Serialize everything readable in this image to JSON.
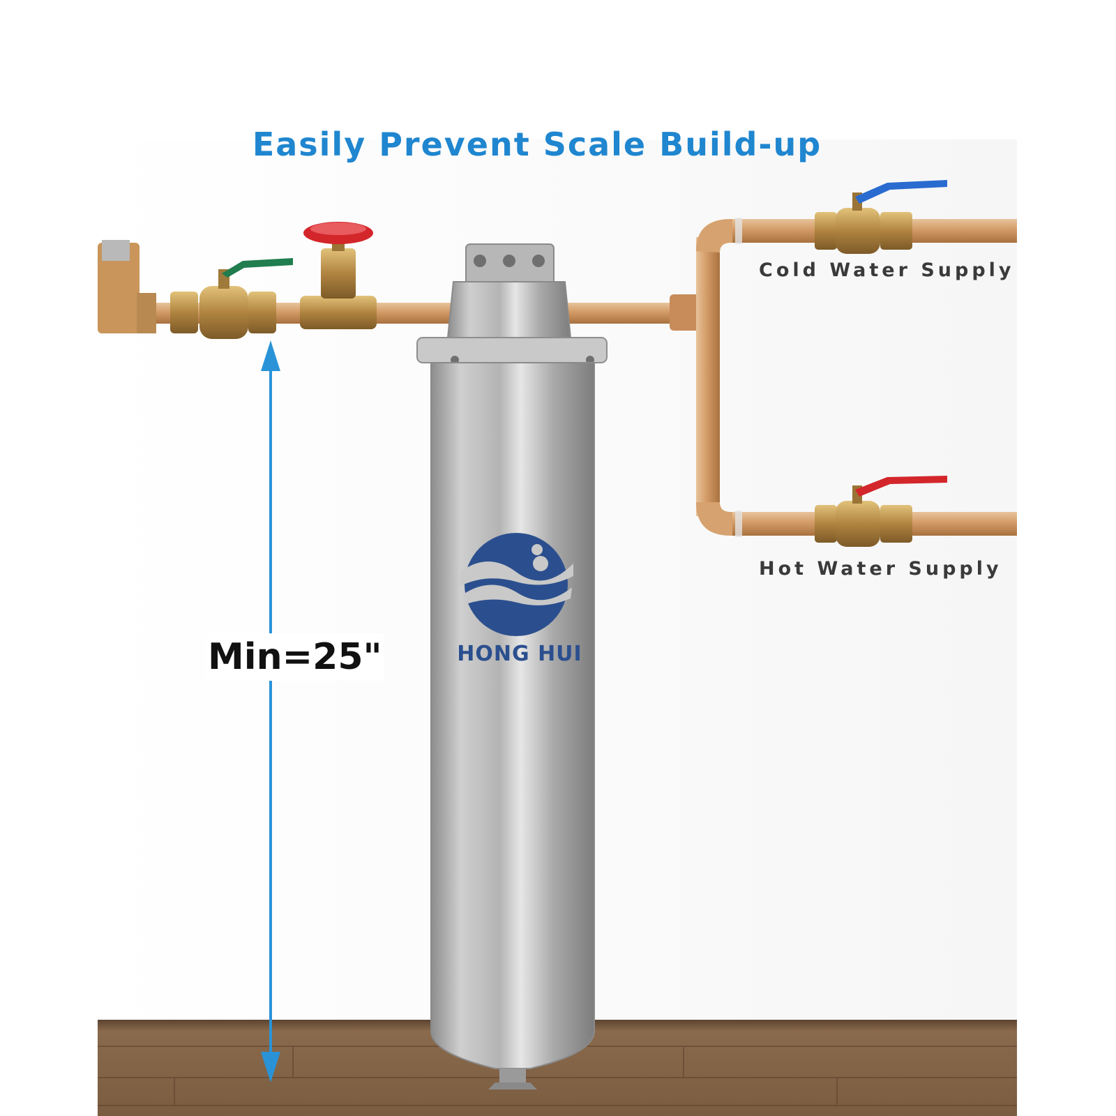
{
  "headline": "Easily Prevent Scale Build-up",
  "cold_label": "Cold Water Supply",
  "hot_label": "Hot Water Supply",
  "min_label": "Min=25\"",
  "brand": "HONG HUI",
  "colors": {
    "headline": "#1f86cf",
    "label": "#3a3a3a",
    "dimension": "#2a93d8",
    "brand": "#2b4f8e",
    "pipe": "#d4a06e",
    "brass": "#b58a48",
    "steel": "#c2c2c2",
    "floor": "#6e5238",
    "valve_red": "#d3262b",
    "valve_blue": "#2a6bd0",
    "valve_green": "#1f7d4e"
  }
}
